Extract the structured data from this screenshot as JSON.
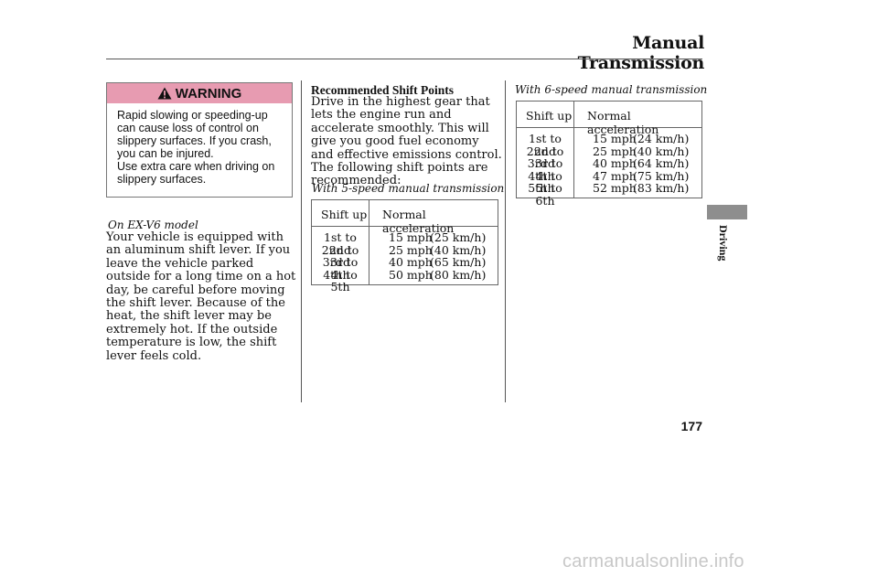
{
  "header": {
    "title": "Manual Transmission"
  },
  "warning": {
    "heading": "WARNING",
    "paragraph1": "Rapid slowing or speeding-up can cause loss of control on slippery surfaces. If you crash, you can be injured.",
    "paragraph2": "Use extra care when driving on slippery surfaces."
  },
  "ex_v6": {
    "label": "On EX-V6 model",
    "body": "Your vehicle is equipped with an aluminum shift lever. If you leave the vehicle parked outside for a long time on a hot day, be careful before moving the shift lever. Because of the heat, the shift lever may be extremely hot. If the outside temperature is low, the shift lever feels cold."
  },
  "recommended": {
    "heading": "Recommended Shift Points",
    "body": "Drive in the highest gear that lets the engine run and accelerate smoothly. This will give you good fuel economy and effective emissions control. The following shift points are recommended:"
  },
  "table5": {
    "label": "With 5-speed manual transmission",
    "col_shift": "Shift up",
    "col_accel": "Normal acceleration",
    "rows": [
      {
        "gear": "1st to 2nd",
        "mph": "15 mph",
        "kmh": "(25 km/h)"
      },
      {
        "gear": "2nd to 3rd",
        "mph": "25 mph",
        "kmh": "(40 km/h)"
      },
      {
        "gear": "3rd to 4th",
        "mph": "40 mph",
        "kmh": "(65 km/h)"
      },
      {
        "gear": "4th to 5th",
        "mph": "50 mph",
        "kmh": "(80 km/h)"
      }
    ]
  },
  "table6": {
    "label": "With 6-speed manual transmission",
    "col_shift": "Shift up",
    "col_accel": "Normal acceleration",
    "rows": [
      {
        "gear": "1st to 2nd",
        "mph": "15 mph",
        "kmh": "(24 km/h)"
      },
      {
        "gear": "2nd to 3rd",
        "mph": "25 mph",
        "kmh": "(40 km/h)"
      },
      {
        "gear": "3rd to 4th",
        "mph": "40 mph",
        "kmh": "(64 km/h)"
      },
      {
        "gear": "4th to 5th",
        "mph": "47 mph",
        "kmh": "(75 km/h)"
      },
      {
        "gear": "5th to 6th",
        "mph": "52 mph",
        "kmh": "(83 km/h)"
      }
    ]
  },
  "side_tab": {
    "label": "Driving",
    "color": "#8e8e8e"
  },
  "page_number": "177",
  "watermark": "carmanualsonline.info",
  "colors": {
    "warning_header": "#e79bb1"
  }
}
